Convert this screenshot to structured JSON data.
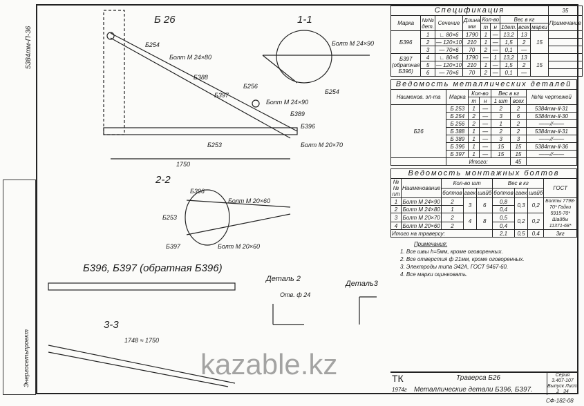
{
  "sheet_number": "35",
  "spec": {
    "title": "Спецификация",
    "headers": [
      "Марка",
      "№№ дет.",
      "Сечение",
      "Длина мм",
      "Кол-во",
      "т",
      "н",
      "Вес в кг",
      "1дет.",
      "всех",
      "марки",
      "Примечание"
    ],
    "rows": [
      [
        "Б396",
        "1",
        "∟ 80×6",
        "1790",
        "1",
        "—",
        "13,2",
        "13",
        "15"
      ],
      [
        "",
        "2",
        "— 120×10",
        "210",
        "1",
        "—",
        "1,5",
        "2",
        ""
      ],
      [
        "",
        "3",
        "— 70×6",
        "70",
        "2",
        "—",
        "0,1",
        "—",
        ""
      ],
      [
        "Б397 (обратная Б396)",
        "4",
        "∟ 80×6",
        "1790",
        "—",
        "1",
        "13,2",
        "13",
        "15"
      ],
      [
        "",
        "5",
        "— 120×10",
        "210",
        "1",
        "—",
        "1,5",
        "2",
        ""
      ],
      [
        "",
        "6",
        "— 70×6",
        "70",
        "2",
        "—",
        "0,1",
        "—",
        ""
      ]
    ]
  },
  "metal": {
    "title": "Ведомость металлических деталей",
    "headers": [
      "Наименов. эл-та",
      "Марка",
      "Кол-во",
      "т",
      "н",
      "Вес в кг",
      "1 шт",
      "всех",
      "№№ чертежей"
    ],
    "element": "Б26",
    "rows": [
      [
        "Б 253",
        "1",
        "—",
        "2",
        "2",
        "5384тм-Ⅱ-31"
      ],
      [
        "Б 254",
        "2",
        "—",
        "3",
        "6",
        "5384тм-Ⅱ-30"
      ],
      [
        "Б 256",
        "2",
        "—",
        "1",
        "2",
        "——//——"
      ],
      [
        "Б 388",
        "1",
        "—",
        "2",
        "2",
        "5384тм-Ⅱ-31"
      ],
      [
        "Б 389",
        "1",
        "—",
        "3",
        "3",
        "——//——"
      ],
      [
        "Б 396",
        "1",
        "—",
        "15",
        "15",
        "5384тм-Ⅱ-36"
      ],
      [
        "Б 397",
        "1",
        "—",
        "15",
        "15",
        "——//——"
      ]
    ],
    "total_label": "Итого:",
    "total": "45"
  },
  "bolts": {
    "title": "Ведомость монтажных болтов",
    "headers": [
      "№№ п/п",
      "Наименование",
      "Кол-во шт",
      "болтов",
      "гаек",
      "шайб",
      "Вес в кг",
      "болтов",
      "гаек",
      "шайб",
      "ГОСТ"
    ],
    "rows": [
      [
        "1",
        "Болт М 24×90",
        "2",
        "0,8"
      ],
      [
        "2",
        "Болт М 24×80",
        "1",
        "0,4"
      ],
      [
        "3",
        "Болт М 20×70",
        "2",
        "0,5"
      ],
      [
        "4",
        "Болт М 20×60",
        "2",
        "0,4"
      ]
    ],
    "nuts_a": "3",
    "washers_a": "6",
    "nuts_b": "4",
    "washers_b": "8",
    "wnut_a": "0,3",
    "wwash_a": "0,2",
    "wnut_b": "0,2",
    "wwash_b": "0,2",
    "gost": "Болты 7798-70* Гайки 5915-70* Шайбы 11371-68*",
    "total_label": "Итого на траверсу:",
    "totals": [
      "2,1",
      "0,5",
      "0,4",
      "3кг"
    ]
  },
  "notes": {
    "title": "Примечания:",
    "items": [
      "1. Все швы h=5мм, кроме оговоренных.",
      "2. Все отверстия ф 21мм, кроме оговоренных.",
      "3. Электроды типа Э42А, ГОСТ 9467-60.",
      "4. Все марки оцинковать."
    ]
  },
  "drawing": {
    "main_title": "Б 26",
    "sec11": "1-1",
    "sec22": "2-2",
    "sec33": "3-3",
    "parts_title": "Б396, Б397 (обратная Б396)",
    "detail2": "Деталь 2",
    "detail3": "Деталь3",
    "labels": [
      "Б254",
      "Болт М 24×80",
      "Б388",
      "Б397",
      "Б256",
      "Болт М 24×90",
      "Б389",
      "Б396",
      "Б253",
      "Болт М 20×70",
      "1750",
      "Болт М 24×90",
      "Б254",
      "Б396",
      "Болт М 20×60",
      "Б253",
      "Б397",
      "Болт М 20×60",
      "1748 ≈ 1750",
      "Отв. ф 24"
    ]
  },
  "title_block": {
    "org": "ТК",
    "year": "1974г",
    "title1": "Траверса Б26",
    "title2": "Металлические детали Б396, Б397.",
    "series_label": "Серия",
    "series": "3.407-107",
    "issue_label": "Выпуск",
    "issue": "2",
    "sheet_label": "Лист",
    "sheet": "34",
    "code": "СФ-182-08"
  },
  "side_stamp": {
    "doc": "5384тм-П-36",
    "org": "Энергосетьпроект"
  },
  "watermark": "kazable.kz"
}
